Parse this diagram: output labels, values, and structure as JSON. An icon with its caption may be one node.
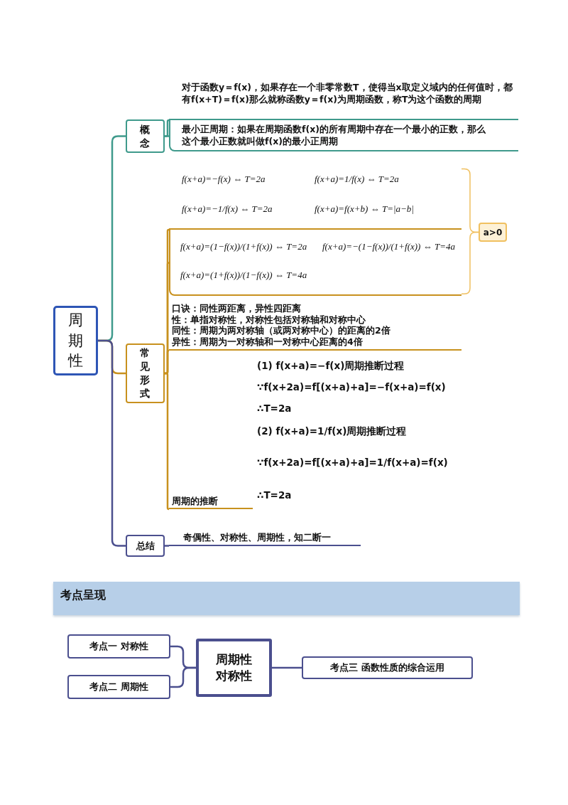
{
  "diagram": {
    "nodes": [
      {
        "text": [
          "周期性"
        ]
      },
      {
        "text": [
          "概念"
        ]
      },
      {
        "text": [
          "对于函数y＝f(x)，如果存在一个非零常数T，使得当x取定义域内的任何值时，都有f(x+T)＝f(x)那么就称函数y＝f(x)为周期函数，称T为这个函数的周期"
        ]
      },
      {
        "text": [
          "最小正周期：如果在周期函数f(x)的所有周期中存在一个最小的正数，那么这个最小正数就叫做f(x)的最小正周期"
        ]
      },
      {
        "text": [
          "常见形式"
        ]
      },
      {
        "text": [
          "f(x+a)=−f(x) ⇔ T=2a",
          "f(x+a)=1/f(x) ⇔ T=2a",
          "f(x+a)=−1/f(x) ⇔ T=2a",
          "f(x+a)=f(x+b) ⇔ T=|a−b|"
        ]
      },
      {
        "text": [
          "f(x+a)=(1−f(x))/(1+f(x)) ⇔ T=2a",
          "f(x+a)=−(1−f(x))/(1+f(x)) ⇔ T=4a",
          "f(x+a)=(1+f(x))/(1−f(x)) ⇔ T=4a"
        ]
      },
      {
        "text": [
          "a>0"
        ]
      },
      {
        "text": [
          "口诀：同性两距离，异性四距离",
          "性：单指对称性，对称性包括对称轴和对称中心",
          "同性：周期为两对称轴（或两对称中心）的距离的2倍",
          "异性：周期为一对称轴和一对称中心距离的4倍"
        ]
      },
      {
        "text": [
          "周期的推断"
        ],
        "beside": [
          "(1) f(x+a)=−f(x)周期推断过程",
          "∵f(x+2a)=f[(x+a)+a]=−f(x+a)=f(x)",
          "∴T=2a",
          "(2) f(x+a)=1/f(x)周期推断过程",
          "∵f(x+2a)=f[(x+a)+a]=1/f(x+a)=f(x)",
          "∴T=2a"
        ]
      },
      {
        "text": [
          "总结"
        ]
      },
      {
        "text": [
          "奇偶性、对称性、周期性，知二断一"
        ]
      },
      {
        "text": [
          "考点呈现"
        ]
      },
      {
        "text": [
          "考点一 对称性"
        ]
      },
      {
        "text": [
          "考点二 周期性"
        ]
      },
      {
        "text": [
          "周期性对称性"
        ]
      },
      {
        "text": [
          "考点三 函数性质的综合运用"
        ]
      }
    ],
    "edges": [
      {
        "from": 0,
        "to": 1,
        "arrow": "none",
        "color": "#3f9a8c"
      },
      {
        "from": 0,
        "to": 4,
        "arrow": "none"
      },
      {
        "from": 0,
        "to": 10,
        "arrow": "none",
        "color": "#4b4f8e"
      },
      {
        "from": 1,
        "to": 2,
        "arrow": "none",
        "color": "#3f9a8c"
      },
      {
        "from": 1,
        "to": 3,
        "arrow": "none",
        "color": "#3f9a8c"
      },
      {
        "from": 4,
        "to": 5,
        "arrow": "none"
      },
      {
        "from": 4,
        "to": 6,
        "arrow": "none"
      },
      {
        "from": 4,
        "to": 8,
        "arrow": "none"
      },
      {
        "from": 4,
        "to": 9,
        "arrow": "none"
      },
      {
        "from": 5,
        "to": 7,
        "arrow": "none"
      },
      {
        "from": 6,
        "to": 7,
        "arrow": "none"
      },
      {
        "from": 10,
        "to": 11,
        "arrow": "none",
        "color": "#4b4f8e"
      },
      {
        "from": 15,
        "to": 13,
        "arrow": "none",
        "color": "#4b4f8e"
      },
      {
        "from": 15,
        "to": 14,
        "arrow": "none",
        "color": "#4b4f8e"
      },
      {
        "from": 15,
        "to": 16,
        "arrow": "none",
        "color": "#4b4f8e"
      }
    ]
  }
}
